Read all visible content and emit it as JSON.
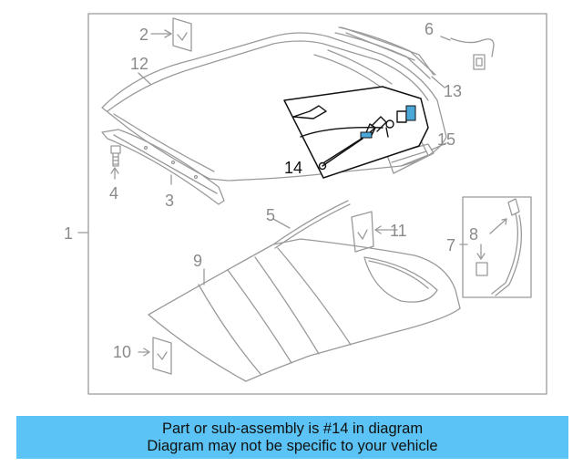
{
  "diagram": {
    "callouts": [
      "1",
      "2",
      "3",
      "4",
      "5",
      "6",
      "7",
      "8",
      "9",
      "10",
      "11",
      "12",
      "13",
      "14",
      "15"
    ],
    "highlighted_part": "14",
    "colors": {
      "outline": "#9a9a9a",
      "highlight": "#111111",
      "accent": "#4aa8d8",
      "banner": "#5bc3f5"
    }
  },
  "banner": {
    "line1": "Part or sub-assembly is #14 in diagram",
    "line2": "Diagram may not be specific to your vehicle"
  }
}
